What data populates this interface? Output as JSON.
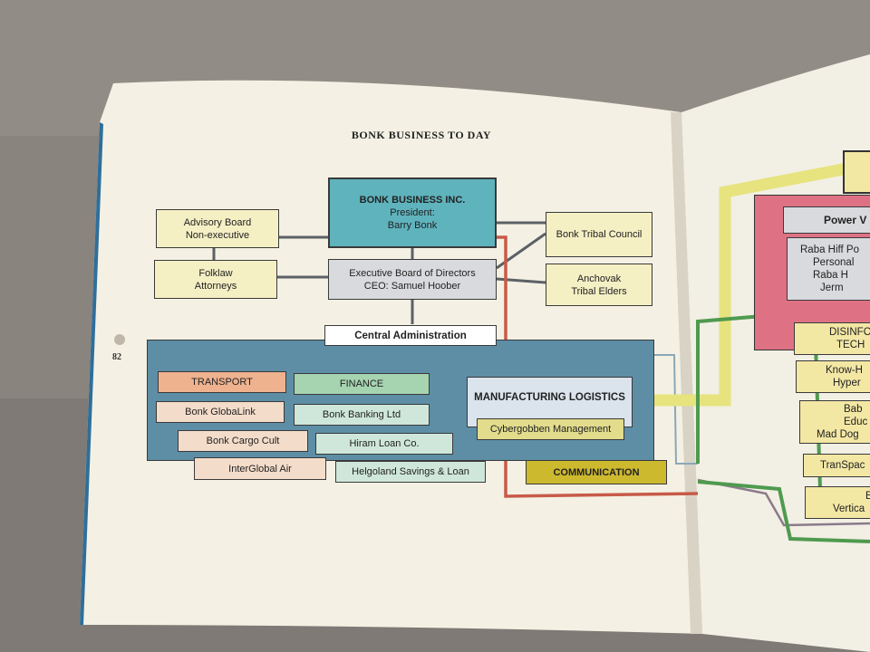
{
  "page_title": "BONK BUSINESS TO DAY",
  "page_number": "82",
  "colors": {
    "head_box": "#5fb3bd",
    "yellow_box": "#f5efc4",
    "grey_box": "#d9dadd",
    "admin_panel": "#5d8ea6",
    "transport_accent": "#eeb28f",
    "transport": "#f4dcca",
    "finance_accent": "#a6d3b0",
    "finance": "#cfe7da",
    "logistics": "#dbe4ec",
    "cyber": "#e2dc8c",
    "communication": "#cdb92e",
    "pink_panel": "#de7284",
    "line_red": "#c85a48",
    "line_green": "#4f9a4f",
    "line_yellow": "#e7e37e"
  },
  "org": {
    "head": {
      "title": "BONK BUSINESS INC.",
      "line1": "President:",
      "line2": "Barry Bonk"
    },
    "advisory": {
      "line1": "Advisory Board",
      "line2": "Non-executive"
    },
    "folklaw": {
      "line1": "Folklaw",
      "line2": "Attorneys"
    },
    "executive": {
      "line1": "Executive Board of Directors",
      "line2": "CEO: Samuel Hoober"
    },
    "tribal_council": "Bonk Tribal Council",
    "tribal_elders": {
      "line1": "Anchovak",
      "line2": "Tribal Elders"
    },
    "central_admin": "Central Administration",
    "transport": {
      "header": "TRANSPORT",
      "items": [
        "Bonk GlobaLink",
        "Bonk Cargo Cult",
        "InterGlobal Air"
      ]
    },
    "finance": {
      "header": "FINANCE",
      "items": [
        "Bonk Banking Ltd",
        "Hiram Loan Co.",
        "Helgoland Savings & Loan"
      ]
    },
    "manufacturing": "MANUFACTURING LOGISTICS",
    "cybergobben": "Cybergobben Management",
    "communication": "COMMUNICATION"
  },
  "right_page": {
    "power": "Power V",
    "raba": [
      "Raba Hiff Po",
      "Personal",
      "Raba H",
      "Jerm"
    ],
    "disinfo": [
      "DISINFO",
      "TECH"
    ],
    "knowhow": [
      "Know-H",
      "Hyper"
    ],
    "babe": [
      "Bab",
      "Educ",
      "Mad Dog"
    ],
    "transpac": "TranSpac",
    "vertica": [
      "E",
      "Vertica"
    ]
  }
}
